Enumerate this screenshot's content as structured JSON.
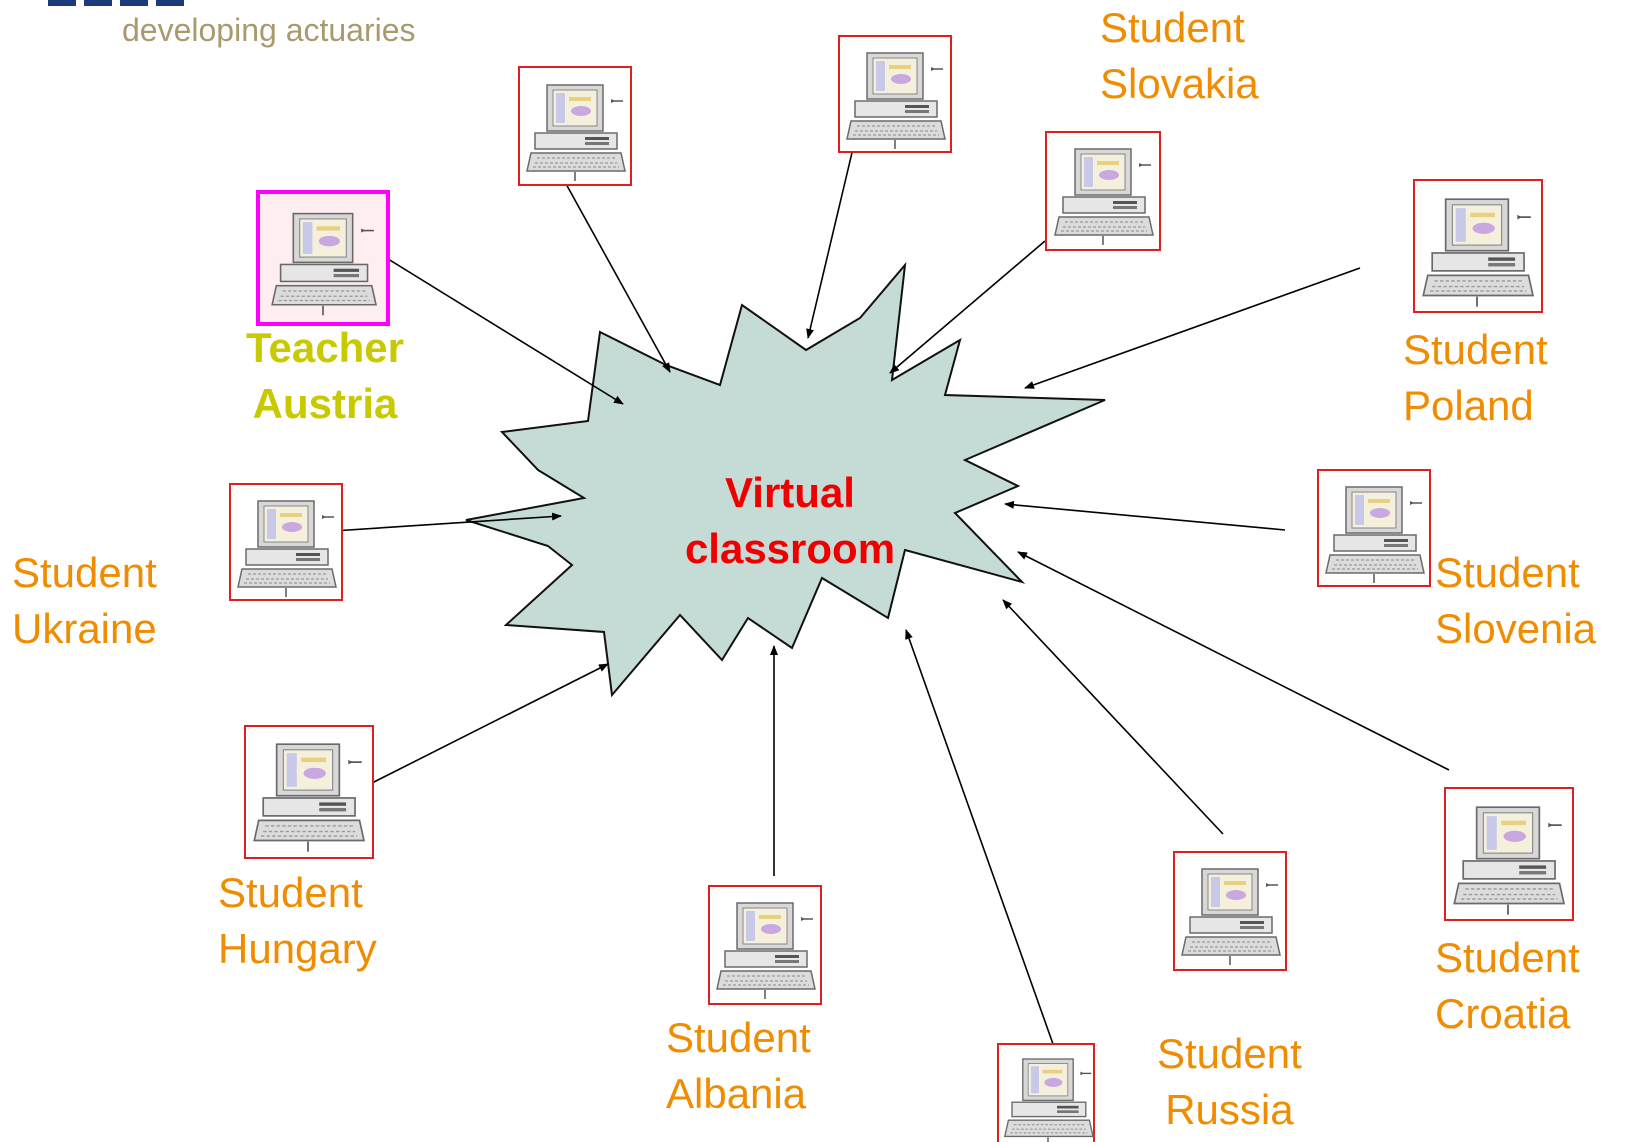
{
  "logo": {
    "tagline": "developing actuaries",
    "brand_color": "#1d3b7a",
    "tagline_color": "#a89a6e"
  },
  "hub": {
    "line1": "Virtual",
    "line2": "classroom",
    "fill": "#c5dcd6",
    "text_color": "#ee0000"
  },
  "colors": {
    "student_label": "#f08c00",
    "teacher_label": "#c9c900",
    "student_frame": "#e02020",
    "teacher_frame": "#ff00ff"
  },
  "nodes": [
    {
      "id": "teacher-austria",
      "role": "Teacher",
      "country": "Austria"
    },
    {
      "id": "student-ukraine",
      "role": "Student",
      "country": "Ukraine"
    },
    {
      "id": "student-hungary",
      "role": "Student",
      "country": "Hungary"
    },
    {
      "id": "student-albania",
      "role": "Student",
      "country": "Albania"
    },
    {
      "id": "student-russia",
      "role": "Student",
      "country": "Russia"
    },
    {
      "id": "student-croatia",
      "role": "Student",
      "country": "Croatia"
    },
    {
      "id": "student-slovenia",
      "role": "Student",
      "country": "Slovenia"
    },
    {
      "id": "student-poland",
      "role": "Student",
      "country": "Poland"
    },
    {
      "id": "student-slovakia",
      "role": "Student",
      "country": "Slovakia"
    }
  ]
}
